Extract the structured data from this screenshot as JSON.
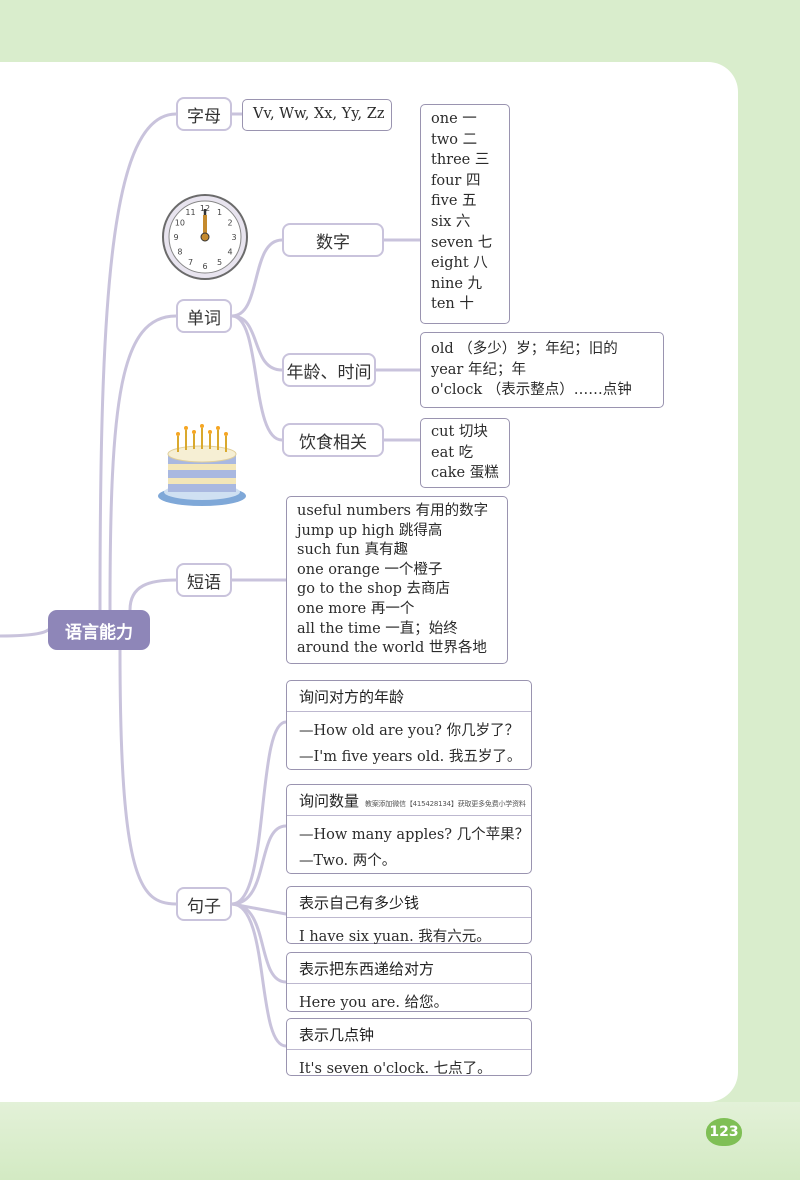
{
  "root": {
    "label": "语言能力"
  },
  "letters": {
    "label": "字母",
    "content": "Vv, Ww, Xx, Yy, Zz"
  },
  "clock": {
    "numbers": [
      "12",
      "1",
      "2",
      "3",
      "4",
      "5",
      "6",
      "7",
      "8",
      "9",
      "10",
      "11"
    ]
  },
  "words": {
    "label": "单词",
    "numbers": {
      "label": "数字",
      "items": [
        "one 一",
        "two 二",
        "three 三",
        "four 四",
        "five 五",
        "six 六",
        "seven 七",
        "eight 八",
        "nine 九",
        "ten 十"
      ]
    },
    "age_time": {
      "label": "年龄、时间",
      "items": [
        "old （多少）岁；年纪；旧的",
        "year 年纪；年",
        "o'clock （表示整点）……点钟"
      ]
    },
    "food": {
      "label": "饮食相关",
      "items": [
        "cut 切块",
        "eat 吃",
        "cake 蛋糕"
      ]
    }
  },
  "phrases": {
    "label": "短语",
    "items": [
      "useful numbers 有用的数字",
      "jump up high 跳得高",
      "such fun 真有趣",
      "one orange 一个橙子",
      "go to the shop 去商店",
      "one more 再一个",
      "all the time 一直；始终",
      "around the world 世界各地"
    ]
  },
  "sentences": {
    "label": "句子",
    "groups": [
      {
        "title": "询问对方的年龄",
        "note": "",
        "lines": [
          "—How old are you? 你几岁了？",
          "—I'm five years old. 我五岁了。"
        ]
      },
      {
        "title": "询问数量",
        "note": "教案添加微信【415428134】获取更多免费小学资料",
        "lines": [
          "—How many apples? 几个苹果？",
          "—Two. 两个。"
        ]
      },
      {
        "title": "表示自己有多少钱",
        "note": "",
        "lines": [
          "I have six yuan. 我有六元。"
        ]
      },
      {
        "title": "表示把东西递给对方",
        "note": "",
        "lines": [
          "Here you are. 给您。"
        ]
      },
      {
        "title": "表示几点钟",
        "note": "",
        "lines": [
          "It's seven o'clock. 七点了。"
        ]
      }
    ]
  },
  "page_number": "123",
  "colors": {
    "accent": "#8e86b8",
    "branch": "#c9c3dc",
    "background": "#d9edcc",
    "badge": "#7fbf55"
  }
}
